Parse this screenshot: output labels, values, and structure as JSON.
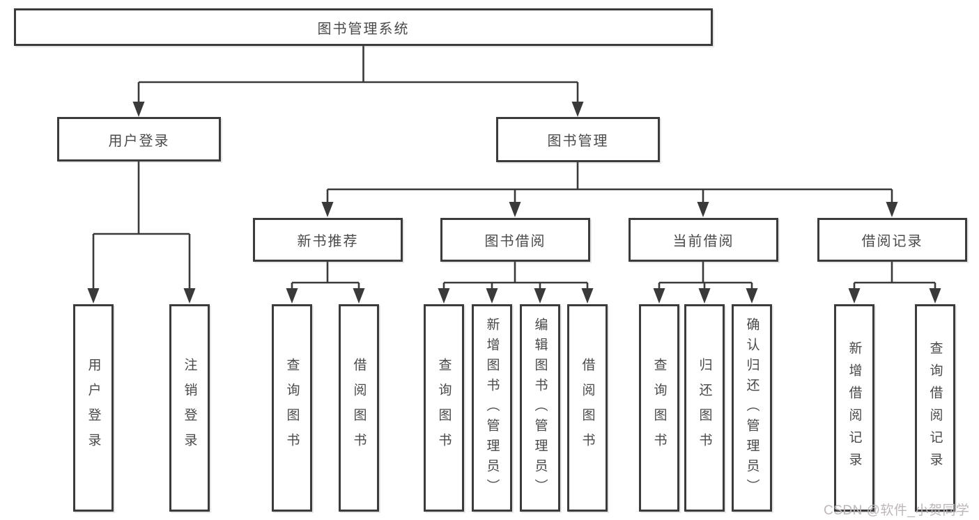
{
  "diagram": {
    "root": {
      "label": "图书管理系统"
    },
    "branches": [
      {
        "label": "用户登录",
        "children": [
          {
            "label": "用户登录"
          },
          {
            "label": "注销登录"
          }
        ]
      },
      {
        "label": "图书管理",
        "children": [
          {
            "label": "新书推荐",
            "children": [
              {
                "label": "查询图书"
              },
              {
                "label": "借阅图书"
              }
            ]
          },
          {
            "label": "图书借阅",
            "children": [
              {
                "label": "查询图书"
              },
              {
                "label": "新增图书（管理员）"
              },
              {
                "label": "编辑图书（管理员）"
              },
              {
                "label": "借阅图书"
              }
            ]
          },
          {
            "label": "当前借阅",
            "children": [
              {
                "label": "查询图书"
              },
              {
                "label": "归还图书"
              },
              {
                "label": "确认归还（管理员）"
              }
            ]
          },
          {
            "label": "借阅记录",
            "children": [
              {
                "label": "新增借阅记录"
              },
              {
                "label": "查询借阅记录"
              }
            ]
          }
        ]
      }
    ]
  },
  "watermark": "CSDN @软件_小贺同学",
  "colors": {
    "line": "#3a3a3a",
    "box_border": "#3b3b3b",
    "text": "#4a4a4a",
    "watermark": "#bdb7b7",
    "background": "#ffffff"
  }
}
